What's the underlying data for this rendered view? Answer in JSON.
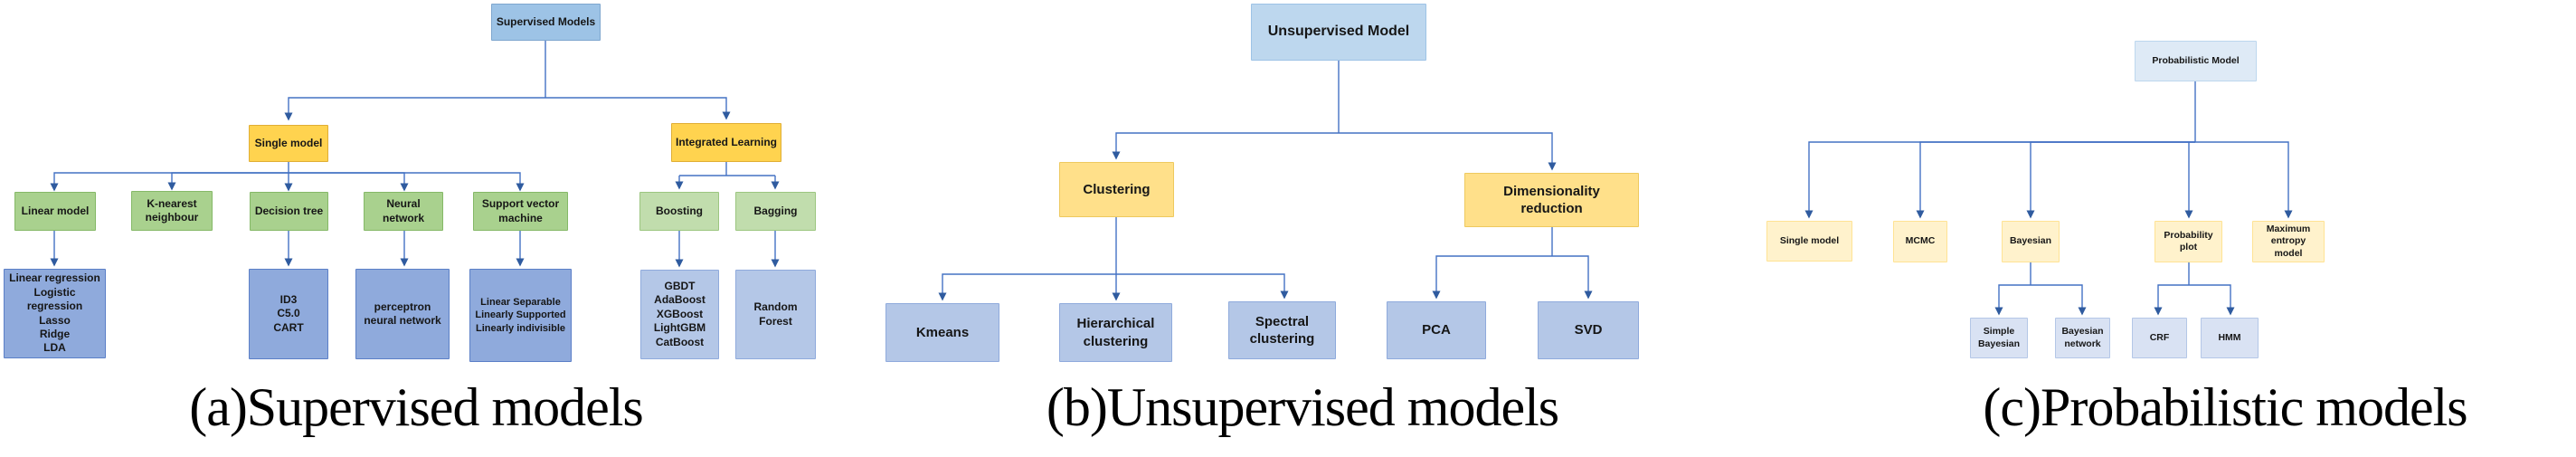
{
  "figure": {
    "type": "taxonomy-tree-diagrams",
    "panel_count": 3
  },
  "supervised": {
    "caption": "(a)Supervised models",
    "root": "Supervised Models",
    "single_model": "Single model",
    "integrated_learning": "Integrated Learning",
    "linear_model": "Linear model",
    "knn": "K-nearest\nneighbour",
    "decision_tree": "Decision tree",
    "neural_network": "Neural\nnetwork",
    "svm": "Support vector\nmachine",
    "boosting": "Boosting",
    "bagging": "Bagging",
    "linear_model_children": "Linear regression\nLogistic regression\nLasso\nRidge\nLDA",
    "decision_tree_children": "ID3\nC5.0\nCART",
    "neural_network_children": "perceptron\nneural network",
    "svm_children": "Linear Separable\nLinearly Supported\nLinearly indivisible",
    "boosting_children": "GBDT\nAdaBoost\nXGBoost\nLightGBM\nCatBoost",
    "bagging_children": "Random\nForest"
  },
  "unsupervised": {
    "caption": "(b)Unsupervised models",
    "root": "Unsupervised Model",
    "clustering": "Clustering",
    "dimensionality_reduction": "Dimensionality\nreduction",
    "kmeans": "Kmeans",
    "hierarchical_clustering": "Hierarchical\nclustering",
    "spectral_clustering": "Spectral\nclustering",
    "pca": "PCA",
    "svd": "SVD"
  },
  "probabilistic": {
    "caption": "(c)Probabilistic models",
    "root": "Probabilistic Model",
    "single_model": "Single model",
    "mcmc": "MCMC",
    "bayesian": "Bayesian",
    "probability_plot": "Probability plot",
    "maximum_entropy": "Maximum entropy\nmodel",
    "simple_bayesian": "Simple\nBayesian",
    "bayesian_network": "Bayesian\nnetwork",
    "crf": "CRF",
    "hmm": "HMM"
  },
  "colors": {
    "connector_line": "#4472c4",
    "arrowhead": "#2f5b9f",
    "supervised_root_fill": "#9dc3e6",
    "gold_fill": "#ffd34f",
    "green_fill": "#a9d18e",
    "green_light_fill": "#c1ddad",
    "blue_leaf_fill": "#8faadc",
    "unsupervised_root_fill": "#bdd7ee",
    "gold_light_fill": "#ffe08a",
    "periwinkle_fill": "#b4c7e7",
    "probabilistic_root_fill": "#deeaf6",
    "cream_fill": "#fff2cc",
    "lavender_fill": "#d9e2f3"
  }
}
